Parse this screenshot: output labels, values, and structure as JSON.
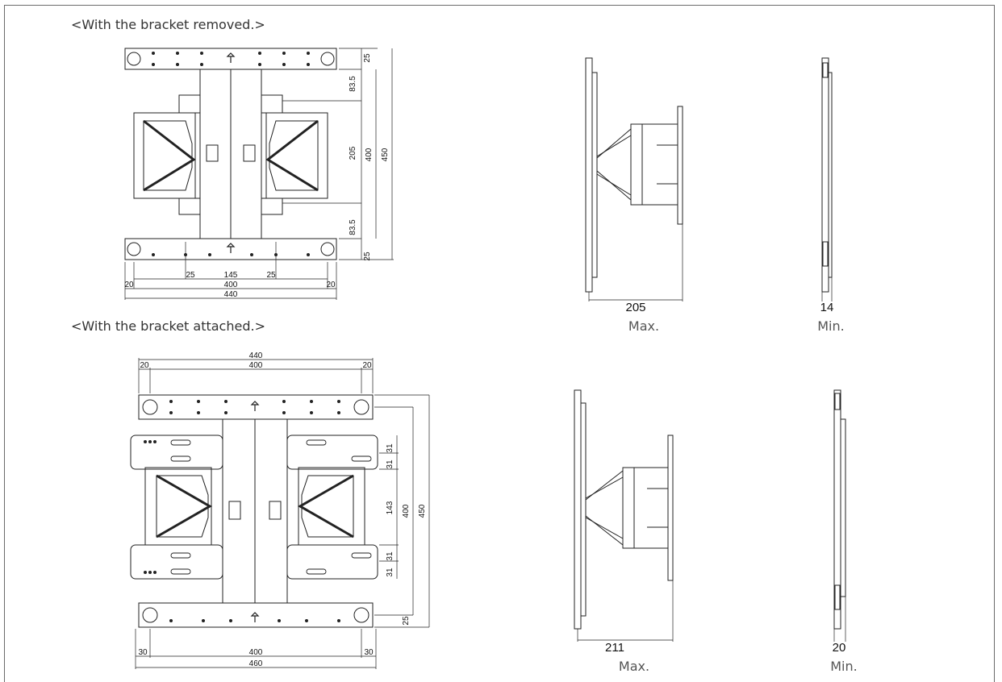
{
  "captions": {
    "removed": "<With the bracket removed.>",
    "attached": "<With the bracket attached.>"
  },
  "removed": {
    "top_plate_v": "25",
    "upper_gap": "83.5",
    "center_gap": "205",
    "mount_height": "400",
    "total_height": "450",
    "lower_gap": "83.5",
    "bottom_plate_v": "25",
    "inner_left": "25",
    "inner_center": "145",
    "inner_right": "25",
    "edge_left": "20",
    "hole_span": "400",
    "edge_right": "20",
    "total_width": "440",
    "side_max_value": "205",
    "side_max_label": "Max.",
    "side_min_value": "14",
    "side_min_label": "Min."
  },
  "attached": {
    "total_width_top": "440",
    "edge_left_top": "20",
    "hole_span_top": "400",
    "edge_right_top": "20",
    "upper_slot_a": "31",
    "upper_slot_b": "31",
    "center_gap": "143",
    "mount_height": "400",
    "total_height": "450",
    "lower_slot_a": "31",
    "lower_slot_b": "31",
    "bottom_plate_v": "25",
    "edge_left_bottom": "30",
    "hole_span_bottom": "400",
    "edge_right_bottom": "30",
    "total_width_bottom": "460",
    "side_max_value": "211",
    "side_max_label": "Max.",
    "side_min_value": "20",
    "side_min_label": "Min."
  }
}
